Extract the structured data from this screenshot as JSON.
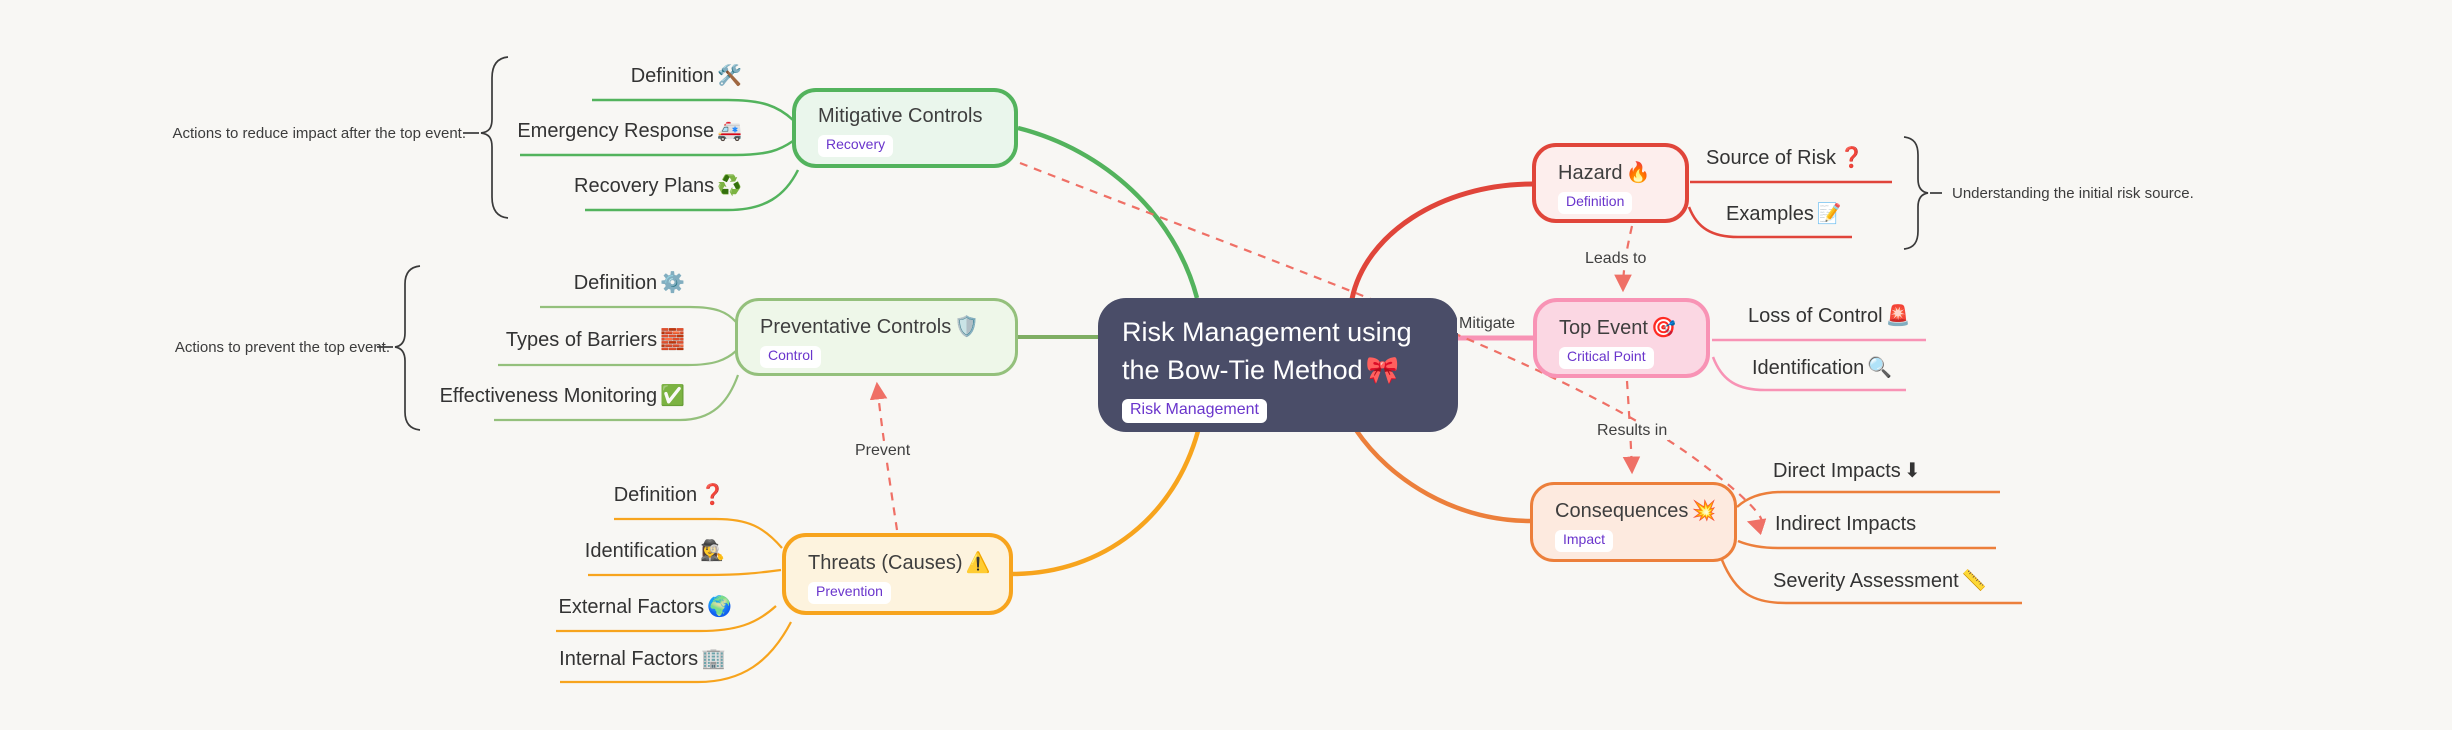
{
  "root": {
    "title": "Risk Management using the Bow-Tie Method",
    "emoji": "🎀",
    "badge": "Risk Management"
  },
  "branches": {
    "mitigative": {
      "label": "Mitigative Controls",
      "emoji": "",
      "badge": "Recovery"
    },
    "preventative": {
      "label": "Preventative Controls",
      "emoji": "🛡️",
      "badge": "Control"
    },
    "threats": {
      "label": "Threats (Causes)",
      "emoji": "⚠️",
      "badge": "Prevention"
    },
    "hazard": {
      "label": "Hazard",
      "emoji": "🔥",
      "badge": "Definition"
    },
    "top_event": {
      "label": "Top Event",
      "emoji": "🎯",
      "badge": "Critical Point"
    },
    "consequences": {
      "label": "Consequences",
      "emoji": "💥",
      "badge": "Impact"
    }
  },
  "leaves": {
    "mit_definition": {
      "label": "Definition",
      "emoji": "🛠️"
    },
    "mit_emergency": {
      "label": "Emergency Response",
      "emoji": "🚑"
    },
    "mit_recovery": {
      "label": "Recovery Plans",
      "emoji": "♻️"
    },
    "prev_definition": {
      "label": "Definition",
      "emoji": "⚙️"
    },
    "prev_barriers": {
      "label": "Types of Barriers",
      "emoji": "🧱"
    },
    "prev_monitoring": {
      "label": "Effectiveness Monitoring",
      "emoji": "✅"
    },
    "thr_definition": {
      "label": "Definition",
      "emoji": "❓"
    },
    "thr_identification": {
      "label": "Identification",
      "emoji": "🕵️‍♀️"
    },
    "thr_external": {
      "label": "External Factors",
      "emoji": "🌍"
    },
    "thr_internal": {
      "label": "Internal Factors",
      "emoji": "🏢"
    },
    "haz_source": {
      "label": "Source of Risk",
      "emoji": "❓"
    },
    "haz_examples": {
      "label": "Examples",
      "emoji": "📝"
    },
    "top_loss": {
      "label": "Loss of Control",
      "emoji": "🚨"
    },
    "top_identification": {
      "label": "Identification",
      "emoji": "🔍"
    },
    "con_direct": {
      "label": "Direct Impacts",
      "emoji": "⬇"
    },
    "con_indirect": {
      "label": "Indirect Impacts",
      "emoji": ""
    },
    "con_severity": {
      "label": "Severity Assessment",
      "emoji": "📏"
    }
  },
  "annotations": {
    "mitigative_note": "Actions to reduce impact after the top event.",
    "preventative_note": "Actions to prevent the top event.",
    "hazard_note": "Understanding the initial risk source."
  },
  "edge_labels": {
    "leads_to": "Leads to",
    "mitigate": "Mitigate",
    "results_in": "Results in",
    "prevent": "Prevent"
  },
  "colors": {
    "background": "#f8f7f4",
    "root_bg": "#4a4d68",
    "root_text": "#ffffff",
    "badge_text": "#6a35cc",
    "green_strong": "#53b35d",
    "green_soft": "#94c07c",
    "amber": "#f7a41d",
    "red": "#e0453a",
    "pink": "#f893b5",
    "orange": "#ec7f3b",
    "dashed_arrow": "#ef7066",
    "leaf_text": "#333333"
  }
}
